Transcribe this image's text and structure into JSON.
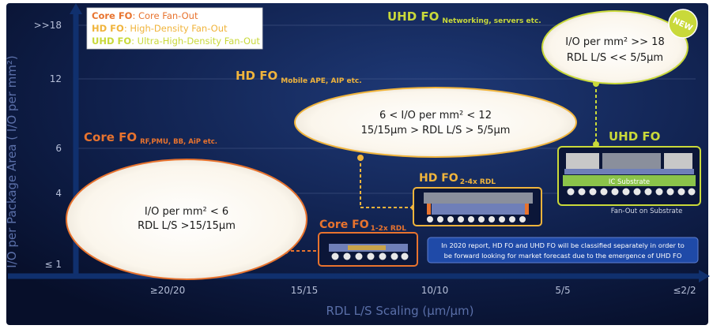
{
  "legend": {
    "core": {
      "abbr": "Core FO",
      "desc": ": Core Fan-Out",
      "color": "#E8732E"
    },
    "hd": {
      "abbr": "HD FO",
      "desc": ": High-Density Fan-Out",
      "color": "#F0B43C"
    },
    "uhd": {
      "abbr": "UHD FO",
      "desc": ": Ultra-High-Density Fan-Out",
      "color": "#C9D93A"
    }
  },
  "axes": {
    "ylabel": "I/O per Package Area ( I/O per mm²)",
    "xlabel": "RDL L/S Scaling (µm/µm)",
    "yticks": [
      ">>18",
      "12",
      "6",
      "4",
      "≤ 1"
    ],
    "xticks": [
      "≥20/20",
      "15/15",
      "10/10",
      "5/5",
      "≤2/2"
    ]
  },
  "categories": {
    "uhd": {
      "title": "UHD FO",
      "sub": "Networking, servers etc."
    },
    "hd": {
      "title": "HD FO",
      "sub": "Mobile APE, AIP etc."
    },
    "core": {
      "title": "Core FO",
      "sub": "RF,PMU, BB, AiP etc."
    }
  },
  "bubbles": {
    "core": {
      "line1": "I/O per mm² < 6",
      "line2": "RDL L/S >15/15µm"
    },
    "hd": {
      "line1": "6 < I/O per mm² < 12",
      "line2": "15/15µm > RDL L/S > 5/5µm"
    },
    "uhd": {
      "line1": "I/O per mm² >> 18",
      "line2": "RDL L/S << 5/5µm"
    }
  },
  "package_labels": {
    "core": {
      "title": "Core FO",
      "sub": "1-2x RDL"
    },
    "hd": {
      "title": "HD FO",
      "sub": "2-4x RDL"
    },
    "uhd": {
      "title": "UHD FO",
      "substrate": "IC Substrate",
      "caption": "Fan-Out on Substrate"
    }
  },
  "badge": "NEW",
  "note": {
    "line1": "In 2020 report, HD FO and UHD FO will be classified separately in order to",
    "line2": "be forward looking for market forecast due to the emergence of UHD FO"
  }
}
